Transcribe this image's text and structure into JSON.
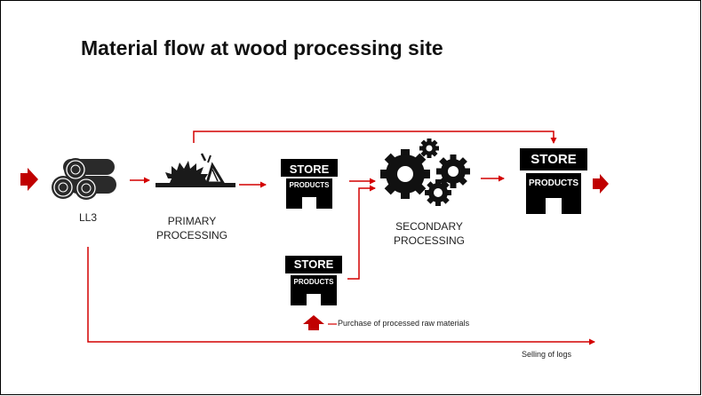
{
  "title": "Material flow at wood processing site",
  "nodes": {
    "logs": {
      "label": "LL3",
      "icon": "logs-icon"
    },
    "primary": {
      "label_line1": "PRIMARY",
      "label_line2": "PROCESSING",
      "icon": "saw-icon"
    },
    "store1": {
      "sign": "STORE",
      "products": "PRODUCTS"
    },
    "store2": {
      "sign": "STORE",
      "products": "PRODUCTS"
    },
    "store3": {
      "sign": "STORE",
      "products": "PRODUCTS"
    },
    "secondary": {
      "label_line1": "SECONDARY",
      "label_line2": "PROCESSING",
      "icon": "gears-icon"
    }
  },
  "annotations": {
    "purchase": "Purchase of processed raw materials",
    "selling": "Selling of logs"
  },
  "colors": {
    "arrow": "#d40000",
    "input_arrow": "#c00000",
    "icon": "#111111"
  }
}
